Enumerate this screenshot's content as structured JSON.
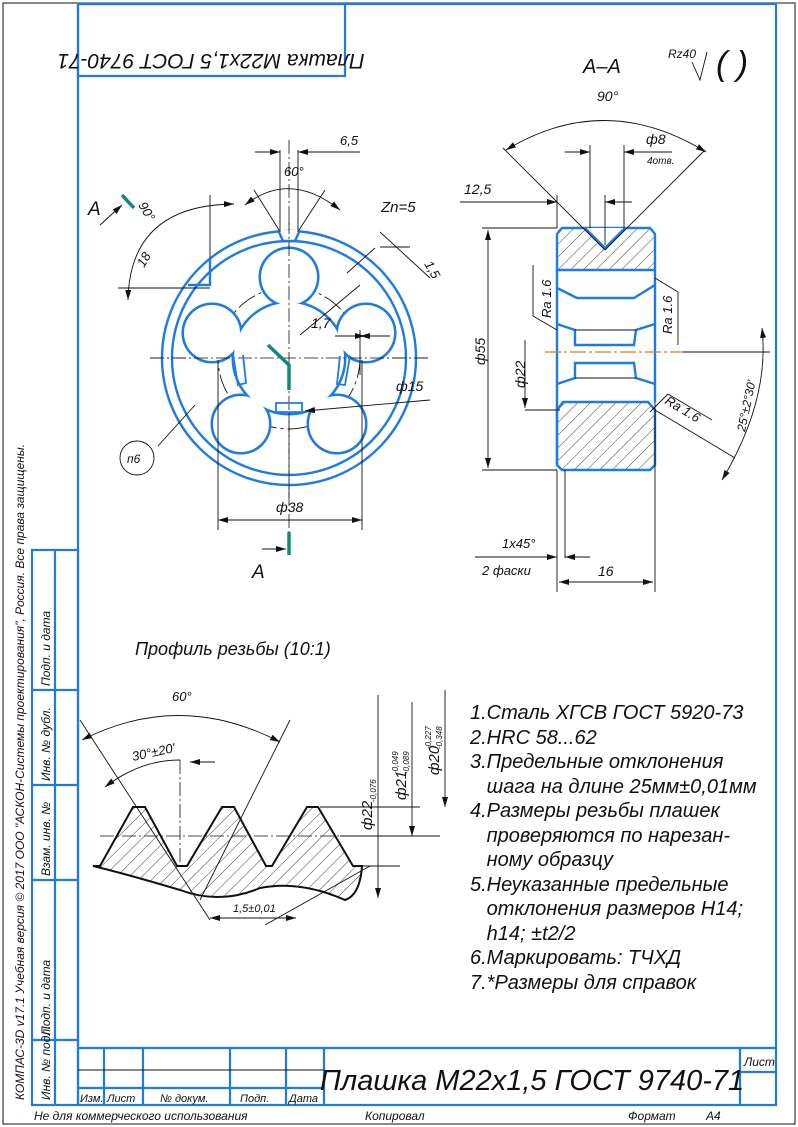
{
  "stamp_top": "Плашка М22х1,5 ГОСТ 9740-71",
  "title_block": {
    "title": "Плашка М22х1,5 ГОСТ 9740-71",
    "izm": "Изм.",
    "list": "Лист",
    "doc_no": "№ докум.",
    "podp": "Подп.",
    "data": "Дата",
    "sheet_label": "Лист"
  },
  "footer": {
    "noncommercial": "Не для коммерческого использования",
    "copied": "Копировал",
    "format_label": "Формат",
    "format_value": "А4"
  },
  "side_strip": {
    "copyright": "КОМПАС-3D v17.1 Учебная версия © 2017 ООО \"АСКОН-Системы проектирования\", Россия. Все права защищены.",
    "cells": [
      "Инв. № подл.",
      "Подп. и дата",
      "Взам. инв. №",
      "Инв. № дубл.",
      "Подп. и дата"
    ]
  },
  "section_view": {
    "title": "А–А",
    "roughness": "Rz40",
    "roughness_bracket": "( )",
    "dims": {
      "angle": "90°",
      "hole_dia": "ф8",
      "hole_count": "4отв.",
      "offset": "12,5",
      "outer_dia": "ф55",
      "thread_dia": "ф22",
      "ra1": "Ra 1.6",
      "ra2": "Ra 1.6",
      "ra3": "Ra 1.6",
      "cone_angle": "25°±2°30'",
      "chamfer": "1x45°",
      "chamfer_note": "2 фаски",
      "width": "16"
    }
  },
  "front_view": {
    "dims": {
      "slot_width": "6,5",
      "slot_angle": "60°",
      "flutes": "Zn=5",
      "depth": "1,5",
      "section_mark_top": "А",
      "section_mark_bottom": "А",
      "angle": "90°",
      "radius": "18",
      "land": "1,7",
      "flute_dia": "ф15",
      "callout": "п6",
      "pitch_dia": "ф38"
    }
  },
  "thread_profile": {
    "title": "Профиль резьбы  (10:1)",
    "angle": "60°",
    "half_angle": "30°±20'",
    "d_major": "ф22",
    "d_major_tol": "-0,076",
    "d_pitch": "ф21",
    "d_pitch_tol_up": "-0,049",
    "d_pitch_tol_low": "-0,089",
    "d_minor": "ф20",
    "d_minor_tol_up": "-0,227",
    "d_minor_tol_low": "-0,348",
    "pitch": "1,5±0,01"
  },
  "notes": [
    "1.Сталь ХГСВ ГОСТ 5920-73",
    "2.HRC 58...62",
    "3.Предельные отклонения",
    "   шага на длине 25мм±0,01мм",
    "4.Размеры резьбы плашек",
    "   проверяются по нарезан-",
    "   ному образцу",
    "5.Неуказанные предельные",
    "   отклонения размеров Н14;",
    "   h14; ±t2/2",
    "6.Маркировать: ТЧХД",
    "7.*Размеры для справок"
  ]
}
